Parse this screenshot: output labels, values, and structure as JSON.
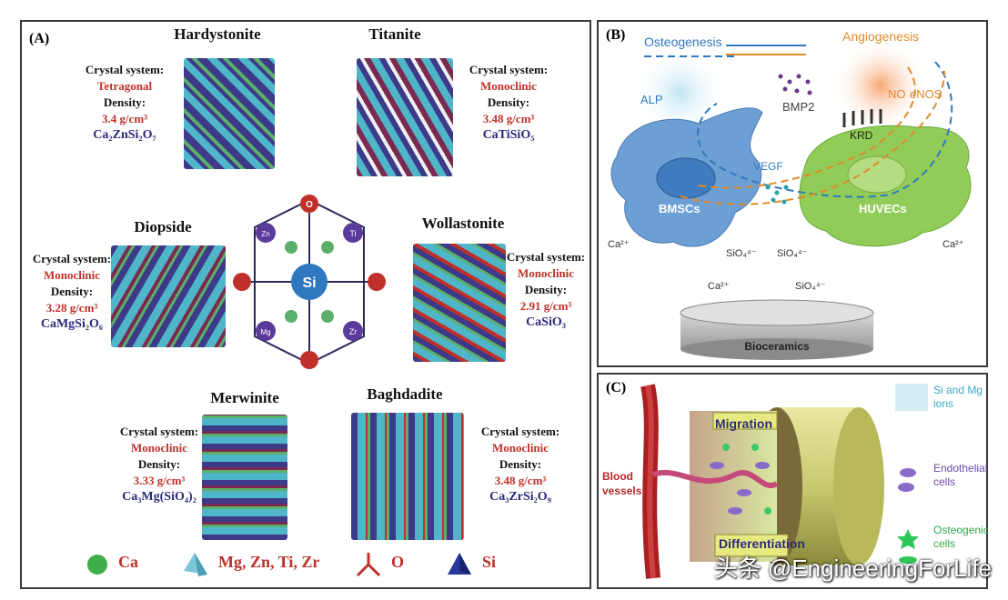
{
  "panelA": {
    "label": "(A)",
    "minerals": [
      {
        "name": "Hardystonite",
        "label_system": "Crystal system:",
        "system": "Tetragonal",
        "label_density": "Density:",
        "density": "3.4 g/cm³",
        "formula": "Ca₂ZnSi₂O₇"
      },
      {
        "name": "Titanite",
        "label_system": "Crystal system:",
        "system": "Monoclinic",
        "label_density": "Density:",
        "density": "3.48 g/cm³",
        "formula": "CaTiSiO₅"
      },
      {
        "name": "Diopside",
        "label_system": "Crystal system:",
        "system": "Monoclinic",
        "label_density": "Density:",
        "density": "3.28 g/cm³",
        "formula": "CaMgSi₂O₆"
      },
      {
        "name": "Wollastonite",
        "label_system": "Crystal system:",
        "system": "Monoclinic",
        "label_density": "Density:",
        "density": "2.91 g/cm³",
        "formula": "CaSiO₃"
      },
      {
        "name": "Merwinite",
        "label_system": "Crystal system:",
        "system": "Monoclinic",
        "label_density": "Density:",
        "density": "3.33 g/cm³",
        "formula": "Ca₃Mg(SiO₄)₂"
      },
      {
        "name": "Baghdadite",
        "label_system": "Crystal system:",
        "system": "Monoclinic",
        "label_density": "Density:",
        "density": "3.48 g/cm³",
        "formula": "Ca₃ZrSi₂O₉"
      }
    ],
    "center": {
      "si": "Si",
      "o": "O",
      "zn": "Zn",
      "ti": "Ti",
      "mg": "Mg",
      "zr": "Zr"
    },
    "legend": [
      {
        "label": "Ca",
        "icon": "green-sphere-icon"
      },
      {
        "label": "Mg, Zn, Ti, Zr",
        "icon": "cyan-pyramid-icon"
      },
      {
        "label": "O",
        "icon": "red-tripod-icon"
      },
      {
        "label": "Si",
        "icon": "blue-tetrahedron-icon"
      }
    ]
  },
  "panelB": {
    "label": "(B)",
    "osteogenesis": "Osteogenesis",
    "angiogenesis": "Angiogenesis",
    "alp": "ALP",
    "bmp2": "BMP2",
    "no": "NO",
    "enos": "eNOS",
    "krd": "KRD",
    "vegf": "VEGF",
    "bmscs": "BMSCs",
    "huvecs": "HUVECs",
    "ca": "Ca²⁺",
    "sio": "SiO₄⁴⁻",
    "bioceramics": "Bioceramics"
  },
  "panelC": {
    "label": "(C)",
    "migration": "Migration",
    "differentiation": "Differentiation",
    "blood": "Blood vessels",
    "legend_ions": "Si and Mg ions",
    "legend_endo": "Endothelial cells",
    "legend_osteo": "Osteogenic cells"
  },
  "watermark": "头条 @EngineeringForLife",
  "colors": {
    "red": "#c0302a",
    "navy": "#2b2a7a",
    "blue": "#2f78c0",
    "orange": "#e08a2a",
    "cyan": "#4fb6c9"
  }
}
